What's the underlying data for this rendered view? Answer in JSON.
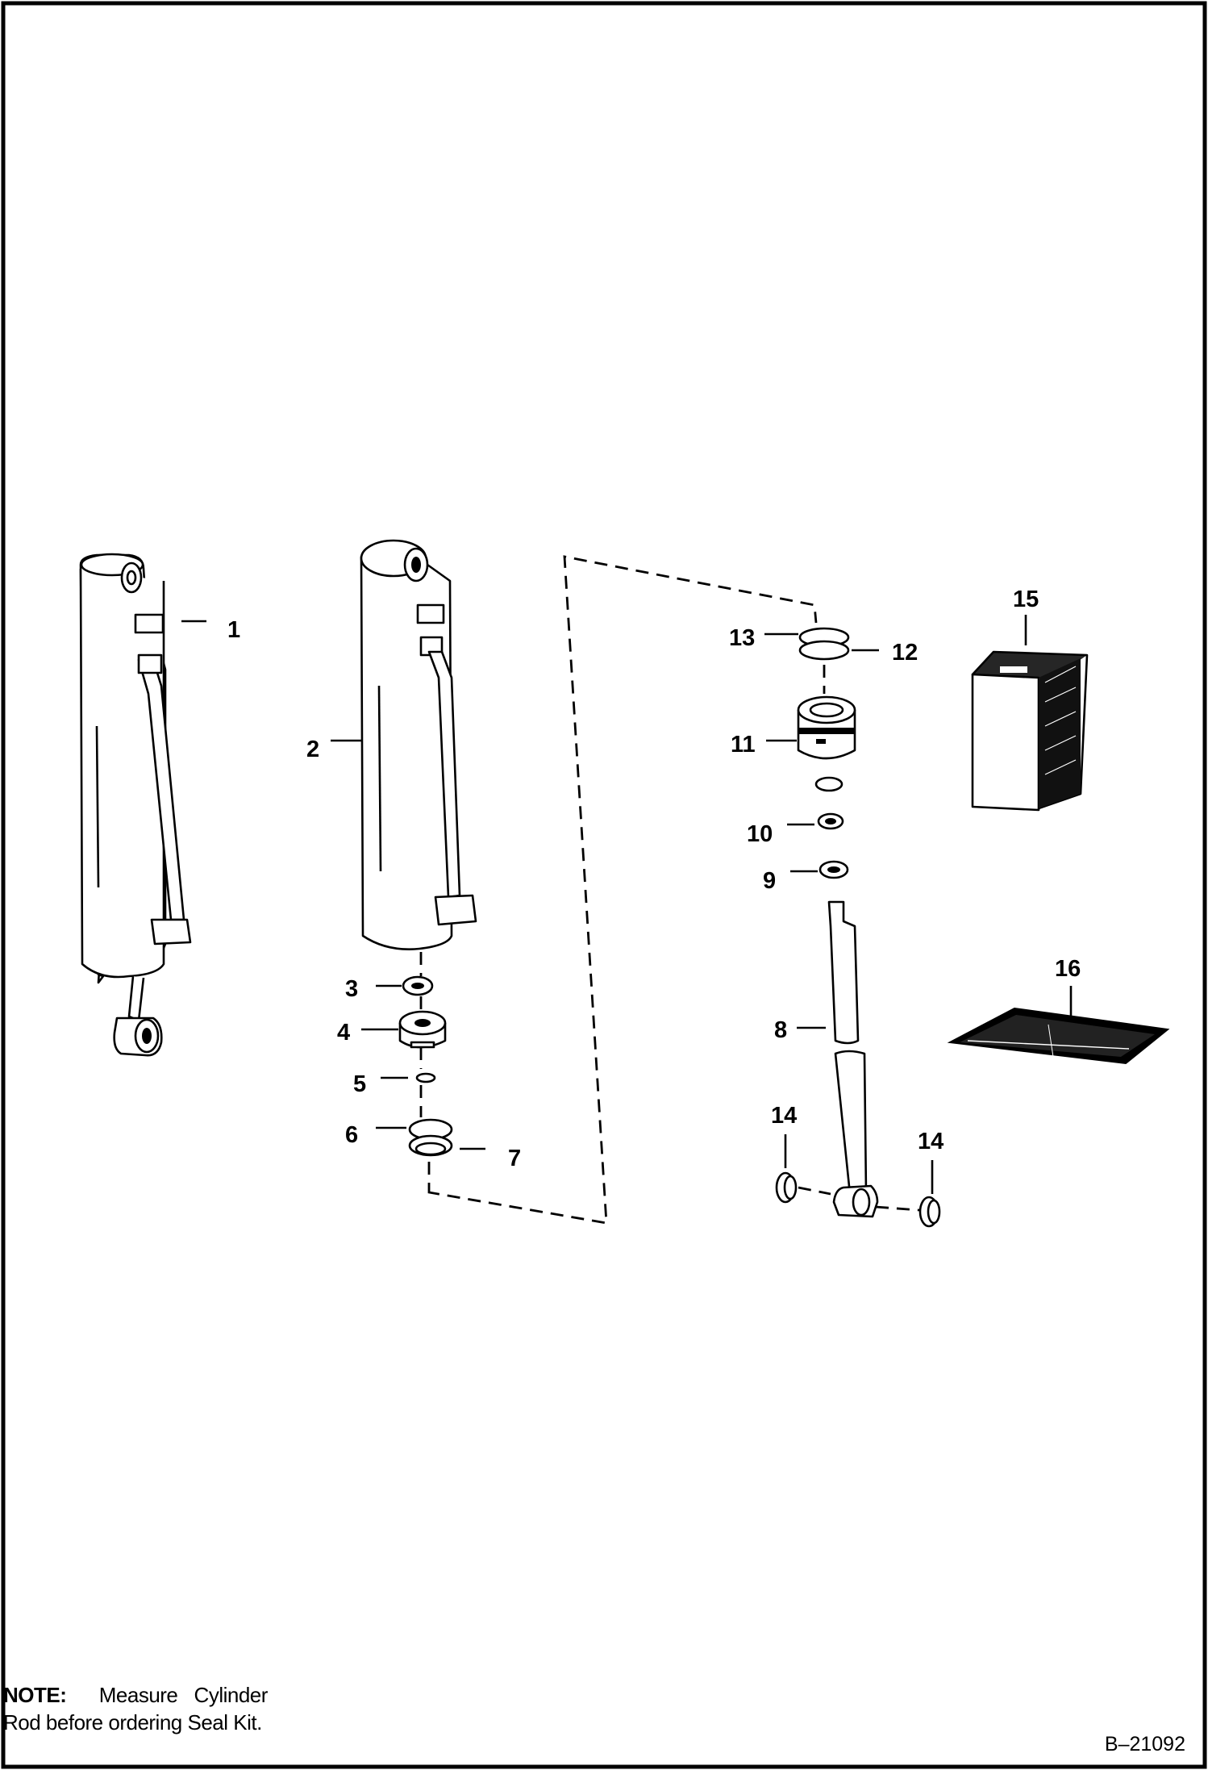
{
  "callouts": [
    {
      "id": "c1",
      "text": "1"
    },
    {
      "id": "c2",
      "text": "2"
    },
    {
      "id": "c3",
      "text": "3"
    },
    {
      "id": "c4",
      "text": "4"
    },
    {
      "id": "c5",
      "text": "5"
    },
    {
      "id": "c6",
      "text": "6"
    },
    {
      "id": "c7",
      "text": "7"
    },
    {
      "id": "c8",
      "text": "8"
    },
    {
      "id": "c9",
      "text": "9"
    },
    {
      "id": "c10",
      "text": "10"
    },
    {
      "id": "c11",
      "text": "11"
    },
    {
      "id": "c12",
      "text": "12"
    },
    {
      "id": "c13",
      "text": "13"
    },
    {
      "id": "c14a",
      "text": "14"
    },
    {
      "id": "c14b",
      "text": "14"
    },
    {
      "id": "c15",
      "text": "15"
    },
    {
      "id": "c16",
      "text": "16"
    }
  ],
  "note": {
    "heading": "NOTE:",
    "line1_rest": "Measure   Cylinder",
    "line2": "Rod before ordering Seal Kit."
  },
  "figure_id": "B–21092"
}
